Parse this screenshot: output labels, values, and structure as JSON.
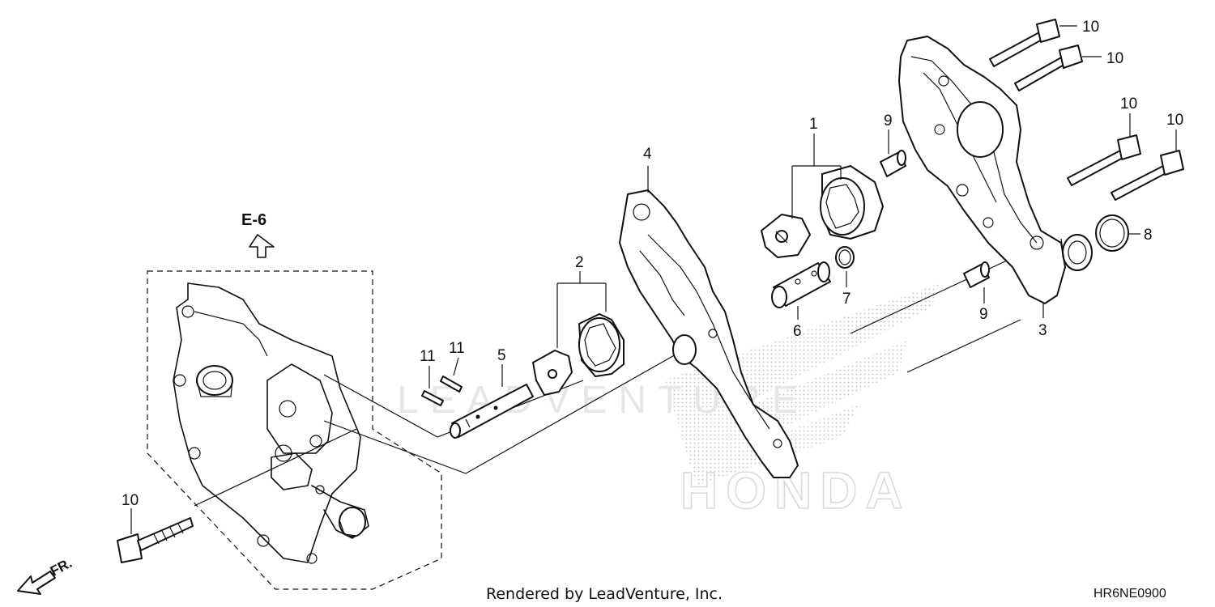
{
  "diagram": {
    "reference": "E-6",
    "front_label": "FR.",
    "footer": "Rendered by LeadVenture, Inc.",
    "drawing_code": "HR6NE0900",
    "watermark_brand": "HONDA",
    "watermark_text": "LEADVENTURE",
    "callouts": [
      {
        "id": "c1",
        "label": "1"
      },
      {
        "id": "c2",
        "label": "2"
      },
      {
        "id": "c3",
        "label": "3"
      },
      {
        "id": "c4",
        "label": "4"
      },
      {
        "id": "c5",
        "label": "5"
      },
      {
        "id": "c6",
        "label": "6"
      },
      {
        "id": "c7",
        "label": "7"
      },
      {
        "id": "c8",
        "label": "8"
      },
      {
        "id": "c9a",
        "label": "9"
      },
      {
        "id": "c9b",
        "label": "9"
      },
      {
        "id": "c10a",
        "label": "10"
      },
      {
        "id": "c10b",
        "label": "10"
      },
      {
        "id": "c10c",
        "label": "10"
      },
      {
        "id": "c10d",
        "label": "10"
      },
      {
        "id": "c10e",
        "label": "10"
      },
      {
        "id": "c11a",
        "label": "11"
      },
      {
        "id": "c11b",
        "label": "11"
      }
    ]
  }
}
